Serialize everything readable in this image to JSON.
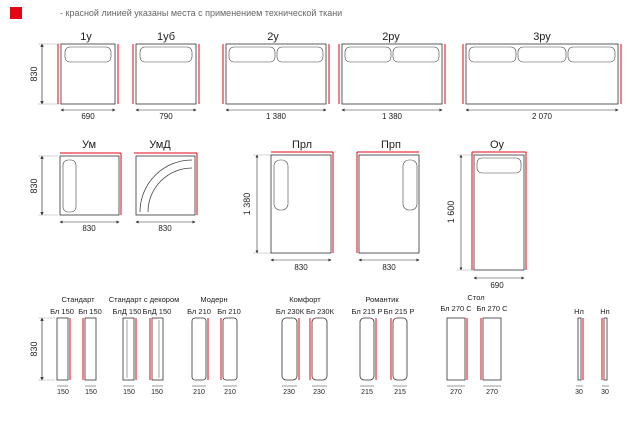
{
  "legend": {
    "text": "- красной линией указаны места с применением технической ткани",
    "color": "#e30613"
  },
  "row1": [
    {
      "id": "1u",
      "label": "1у",
      "width": "690"
    },
    {
      "id": "1ub",
      "label": "1уб",
      "width": "790"
    },
    {
      "id": "2u",
      "label": "2у",
      "width": "1 380"
    },
    {
      "id": "2ru",
      "label": "2ру",
      "width": "1 380"
    },
    {
      "id": "3ru",
      "label": "3ру",
      "width": "2 070"
    }
  ],
  "row1_height": "830",
  "row2": [
    {
      "id": "um",
      "label": "Ум",
      "width": "830"
    },
    {
      "id": "umd",
      "label": "УмД",
      "width": "830"
    },
    {
      "id": "prl",
      "label": "Прл",
      "width": "830"
    },
    {
      "id": "prp",
      "label": "Прп",
      "width": "830"
    },
    {
      "id": "ou",
      "label": "Оу",
      "width": "690"
    }
  ],
  "row2_heights": {
    "um": "830",
    "pr": "1 380",
    "ou": "1 600"
  },
  "armrests": [
    {
      "group": "Стандарт",
      "items": [
        {
          "label": "Бл 150",
          "width": "150"
        },
        {
          "label": "Бп 150",
          "width": "150"
        }
      ]
    },
    {
      "group": "Стандарт с декором",
      "items": [
        {
          "label": "БлД 150",
          "width": "150"
        },
        {
          "label": "БпД 150",
          "width": "150"
        }
      ]
    },
    {
      "group": "Модерн",
      "items": [
        {
          "label": "Бл 210",
          "width": "210"
        },
        {
          "label": "Бп 210",
          "width": "210"
        }
      ]
    },
    {
      "group": "Комфорт",
      "items": [
        {
          "label": "Бл 230К",
          "width": "230"
        },
        {
          "label": "Бп 230К",
          "width": "230"
        }
      ]
    },
    {
      "group": "Романтик",
      "items": [
        {
          "label": "Бл 215 Р",
          "width": "215"
        },
        {
          "label": "Бп 215 Р",
          "width": "215"
        }
      ]
    },
    {
      "group": "Стол",
      "items": [
        {
          "label": "Бл 270 С",
          "width": "270"
        },
        {
          "label": "Бп 270 С",
          "width": "270"
        }
      ]
    },
    {
      "group": "",
      "items": [
        {
          "label": "Нл",
          "width": "30"
        },
        {
          "label": "Нп",
          "width": "30"
        }
      ]
    }
  ],
  "armrest_height": "830"
}
